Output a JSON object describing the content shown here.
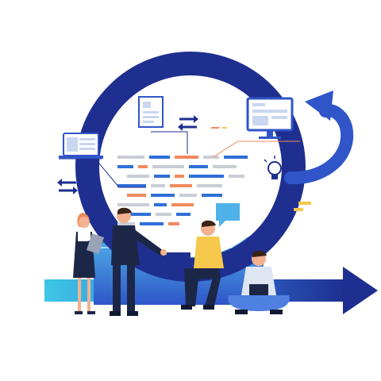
{
  "illustration": {
    "palette": {
      "navy": "#1f2f8f",
      "royal_blue": "#2f55c8",
      "sky": "#4fb2e8",
      "cyan": "#3ec7e6",
      "orange": "#f08a5d",
      "gray_line": "#c9cdd6",
      "yellow": "#f6c84c",
      "skin": "#f2b28f",
      "dark_suit": "#1c2748"
    },
    "icons": [
      "laptop-left-icon",
      "document-top-icon",
      "monitor-top-right-icon",
      "swap-arrows-top-icon",
      "swap-arrows-left-icon",
      "lightbulb-icon",
      "chat-bubble-icon",
      "sticky-note-icon",
      "cycle-arrow-icon",
      "forward-arrow-icon"
    ],
    "people": [
      "woman-with-tablet",
      "man-in-suit-presenting",
      "man-sitting-with-laptop",
      "man-cross-legged-with-laptop"
    ]
  }
}
